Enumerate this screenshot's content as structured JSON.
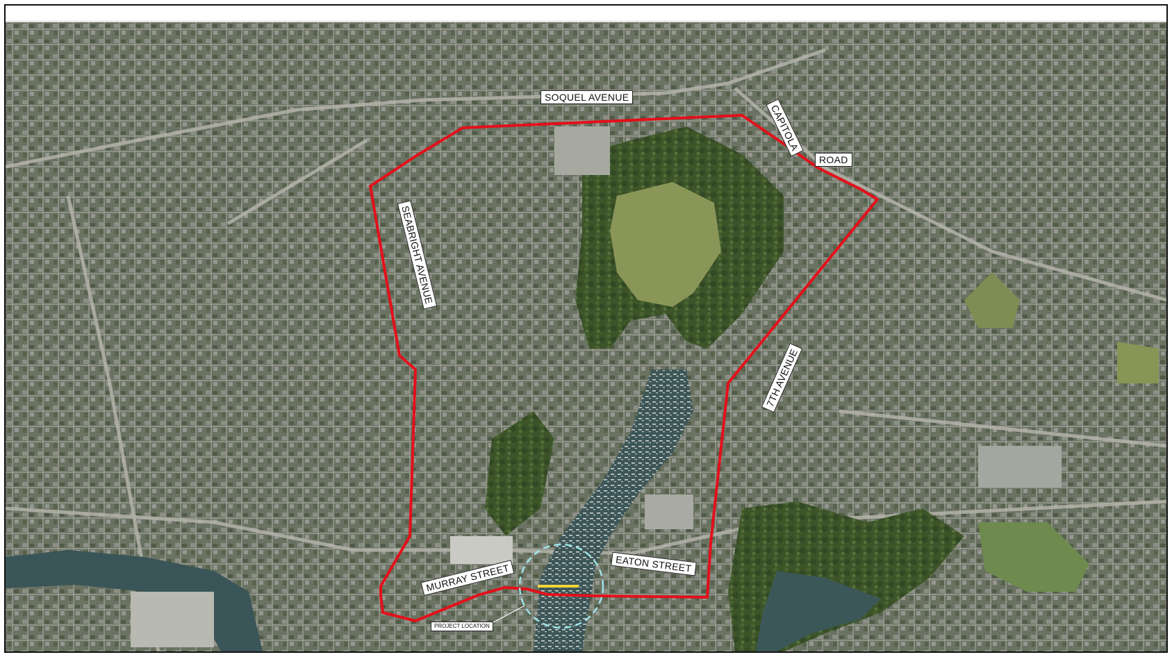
{
  "map": {
    "labels": {
      "soquel": "SOQUEL AVENUE",
      "capitola": "CAPITOLA",
      "road": "ROAD",
      "seabright": "SEABRIGHT AVENUE",
      "seventh": "7TH AVENUE",
      "murray": "MURRAY STREET",
      "eaton": "EATON STREET",
      "project": "PROJECT LOCATION"
    },
    "colors": {
      "boundary": "#e3101a",
      "project_segment": "#f2d33a",
      "project_circle": "#9fe3e8",
      "water": "#3c5a5c",
      "vegetation": "#3f5a2c",
      "field": "#8d9a5a",
      "urban": "#6d7565"
    },
    "icons": [
      "project-location-circle",
      "project-leader-line"
    ]
  }
}
